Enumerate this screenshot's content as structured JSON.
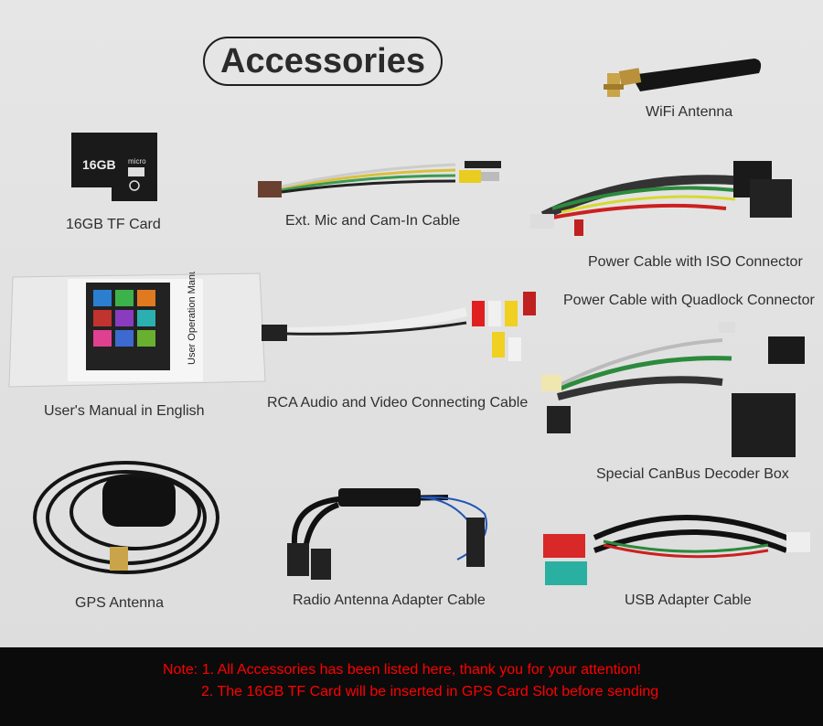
{
  "title": "Accessories",
  "items": {
    "wifi": {
      "label": "WiFi Antenna",
      "icon": "wifi-antenna-icon"
    },
    "tf": {
      "label": "16GB TF Card",
      "card_text": "16GB",
      "icon": "tf-card-icon"
    },
    "mic": {
      "label": "Ext. Mic and Cam-In Cable",
      "icon": "mic-cable-icon"
    },
    "power_iso": {
      "label": "Power Cable with ISO Connector",
      "icon": "iso-cable-icon"
    },
    "power_quadlock": {
      "label": "Power Cable with Quadlock Connector",
      "icon": "quadlock-cable-icon"
    },
    "manual": {
      "label": "User's Manual in English",
      "cover_text": "User Operation Manual",
      "icon": "manual-icon"
    },
    "rca": {
      "label": "RCA Audio and Video Connecting Cable",
      "icon": "rca-cable-icon"
    },
    "canbus": {
      "label": "Special CanBus Decoder Box",
      "icon": "canbus-box-icon"
    },
    "gps": {
      "label": "GPS Antenna",
      "icon": "gps-antenna-icon"
    },
    "radio": {
      "label": "Radio Antenna Adapter Cable",
      "icon": "radio-adapter-icon"
    },
    "usb": {
      "label": "USB Adapter Cable",
      "icon": "usb-cable-icon"
    }
  },
  "footer": {
    "line1": "Note: 1. All Accessories has been listed here, thank you for your attention!",
    "line2": "2. The 16GB TF Card will be inserted in GPS Card Slot before sending"
  },
  "colors": {
    "note": "#ff0000",
    "footer_bg": "#0b0b0b"
  }
}
